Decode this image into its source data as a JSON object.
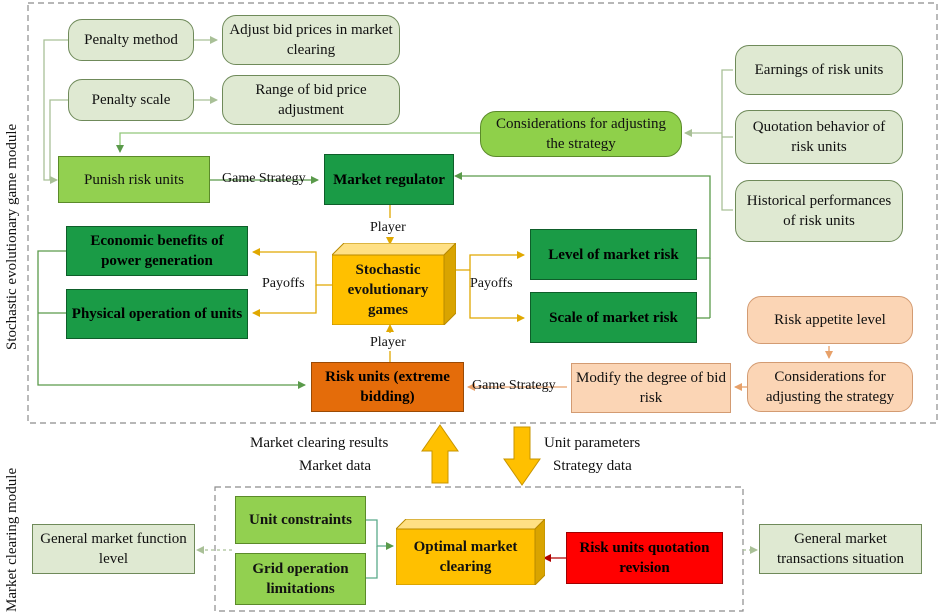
{
  "modules": {
    "game": "Stochastic evolutionary game module",
    "clearing": "Market clearing module"
  },
  "penalty": {
    "method": "Penalty method",
    "method_detail": "Adjust bid prices in market clearing",
    "scale": "Penalty scale",
    "scale_detail": "Range of bid price adjustment"
  },
  "considerations_regulator": "Considerations for adjusting  the strategy",
  "risk_factors": [
    "Earnings of risk units",
    "Quotation behavior of risk units",
    "Historical performances of risk units"
  ],
  "punish": "Punish risk units",
  "regulator": "Market regulator",
  "core": "Stochastic evolutionary games",
  "econ": "Economic benefits of power generation",
  "physical": "Physical operation of units",
  "risk_level": "Level of market risk",
  "risk_scale": "Scale of market risk",
  "risk_units": "Risk units (extreme bidding)",
  "risk_appetite": "Risk appetite level",
  "considerations_units": "Considerations for adjusting the strategy",
  "modify": "Modify the degree of bid risk",
  "labels": {
    "game_strategy_top": "Game Strategy",
    "game_strategy_bottom": "Game Strategy",
    "player_top": "Player",
    "player_bottom": "Player",
    "payoffs_left": "Payoffs",
    "payoffs_right": "Payoffs"
  },
  "exchange": {
    "up_1": "Market clearing results",
    "up_2": "Market data",
    "down_1": "Unit parameters",
    "down_2": "Strategy data"
  },
  "clearing": {
    "unit_constraints": "Unit constraints",
    "grid_limits": "Grid operation limitations",
    "optimal": "Optimal market clearing",
    "revision": "Risk units quotation revision",
    "function_level": "General market function level",
    "transactions": "General market transactions situation"
  },
  "colors": {
    "light_green": "#dfe9d2",
    "mid_green": "#92d050",
    "dark_green": "#1a9b46",
    "gold": "#ffc000",
    "orange": "#e46c0a",
    "peach": "#fbd5b5",
    "red": "#ff0000"
  }
}
